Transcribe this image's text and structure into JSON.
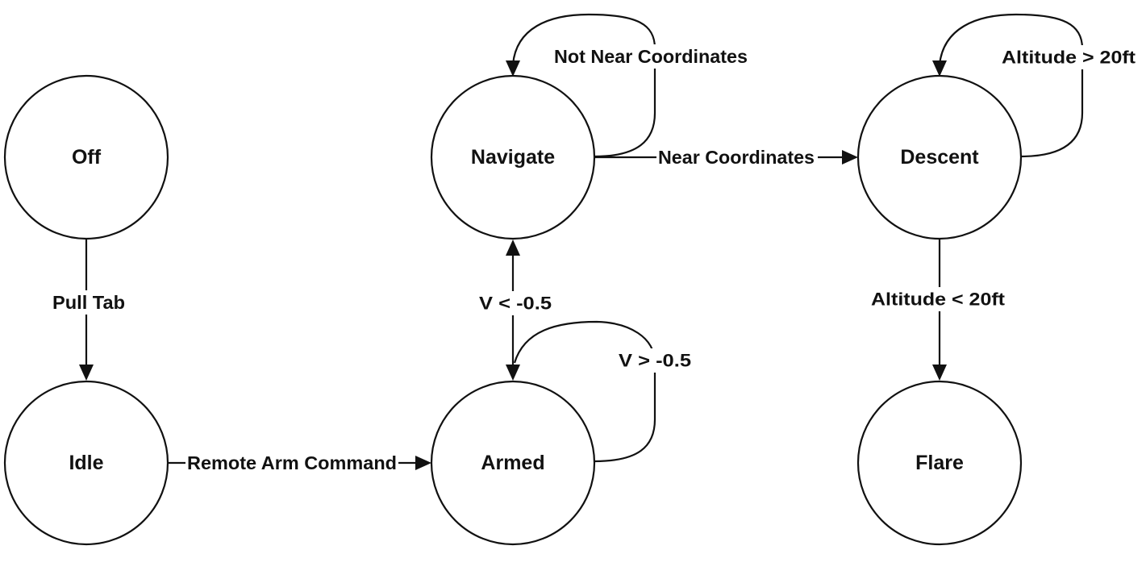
{
  "states": {
    "off": "Off",
    "idle": "Idle",
    "navigate": "Navigate",
    "armed": "Armed",
    "descent": "Descent",
    "flare": "Flare"
  },
  "transitions": {
    "off_to_idle": "Pull Tab",
    "idle_to_armed": "Remote Arm Command",
    "armed_to_navigate": "V < -0.5",
    "armed_self": "V > -0.5",
    "navigate_self": "Not Near Coordinates",
    "navigate_to_descent": "Near Coordinates",
    "descent_self": "Altitude > 20ft",
    "descent_to_flare": "Altitude < 20ft"
  },
  "colors": {
    "stroke": "#111111",
    "background": "#ffffff"
  }
}
